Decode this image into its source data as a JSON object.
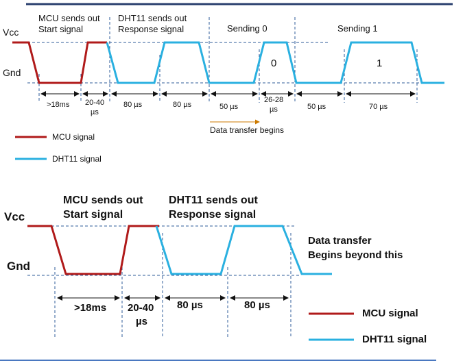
{
  "colors": {
    "mcu": "#b01a1a",
    "dht": "#2ab0e0",
    "guide": "#2d5b9a",
    "arrow": "#cc7a00",
    "frame": "#2a3f6e"
  },
  "top": {
    "vcc": "Vcc",
    "gnd": "Gnd",
    "mcu_start_1": "MCU sends out",
    "mcu_start_2": "Start signal",
    "dht_resp_1": "DHT11 sends out",
    "dht_resp_2": "Response signal",
    "sending0": "Sending 0",
    "sending1": "Sending 1",
    "bit0": "0",
    "bit1": "1",
    "t_18ms": ">18ms",
    "t_2040_a": "20-40",
    "t_2040_b": "µs",
    "t_80a": "80 µs",
    "t_80b": "80 µs",
    "t_50a": "50 µs",
    "t_2628_a": "26-28",
    "t_2628_b": "µs",
    "t_50b": "50 µs",
    "t_70": "70 µs",
    "data_begins": "Data transfer begins",
    "legend_mcu": "MCU signal",
    "legend_dht": "DHT11 signal"
  },
  "bottom": {
    "vcc": "Vcc",
    "gnd": "Gnd",
    "mcu_start_1": "MCU sends out",
    "mcu_start_2": "Start signal",
    "dht_resp_1": "DHT11 sends out",
    "dht_resp_2": "Response signal",
    "data_1": "Data transfer",
    "data_2": "Begins beyond this",
    "t_18ms": ">18ms",
    "t_2040_a": "20-40",
    "t_2040_b": "µs",
    "t_80a": "80 µs",
    "t_80b": "80 µs",
    "legend_mcu": "MCU signal",
    "legend_dht": "DHT11 signal"
  }
}
